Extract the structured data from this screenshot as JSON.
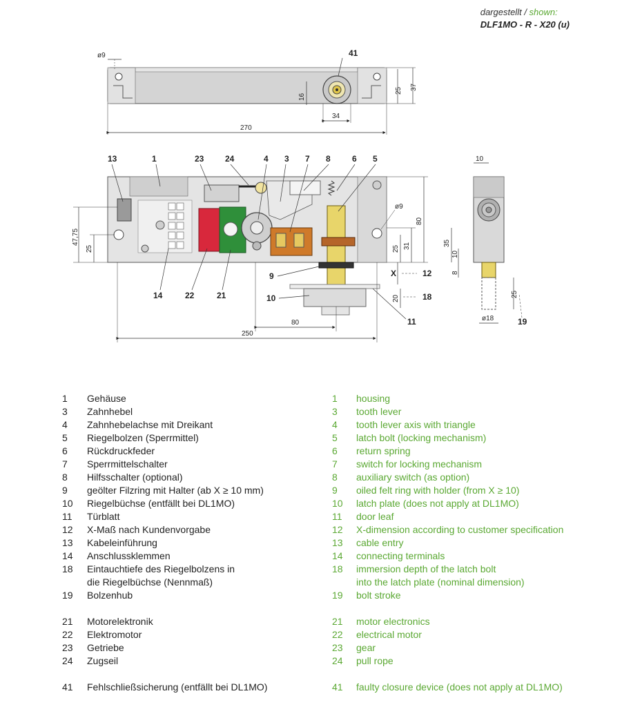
{
  "header": {
    "shown_de": "dargestellt",
    "slash": " / ",
    "shown_en": "shown:",
    "model": "DLF1MO - R - X20 (u)"
  },
  "top_view": {
    "callout": "41",
    "dims": {
      "d9": "ø9",
      "d16": "16",
      "d34": "34",
      "d25": "25",
      "d37": "37",
      "d270": "270"
    }
  },
  "front_view": {
    "callouts": [
      "13",
      "1",
      "23",
      "24",
      "4",
      "3",
      "7",
      "8",
      "6",
      "5",
      "9",
      "10",
      "12",
      "18",
      "11",
      "14",
      "22",
      "21"
    ],
    "dims": {
      "d4775": "47,75",
      "d25a": "25",
      "d80": "80",
      "d25b": "25",
      "d31": "31",
      "d9": "ø9",
      "x": "X",
      "d20": "20",
      "d80h": "80",
      "d250": "250"
    }
  },
  "side_view": {
    "callout": "19",
    "dims": {
      "d10": "10",
      "d35": "35",
      "d10b": "10",
      "d8": "8",
      "d25": "25",
      "d18": "ø18"
    }
  },
  "legend": {
    "rows": [
      {
        "n": "1",
        "de": "Gehäuse",
        "en": "housing"
      },
      {
        "n": "3",
        "de": "Zahnhebel",
        "en": "tooth lever"
      },
      {
        "n": "4",
        "de": "Zahnhebelachse mit Dreikant",
        "en": "tooth lever axis with triangle"
      },
      {
        "n": "5",
        "de": "Riegelbolzen (Sperrmittel)",
        "en": "latch bolt (locking mechanism)"
      },
      {
        "n": "6",
        "de": "Rückdruckfeder",
        "en": "return spring"
      },
      {
        "n": "7",
        "de": "Sperrmittelschalter",
        "en": "switch for locking mechanism"
      },
      {
        "n": "8",
        "de": "Hilfsschalter (optional)",
        "en": "auxiliary switch (as option)"
      },
      {
        "n": "9",
        "de": "geölter Filzring mit Halter (ab X ≥ 10 mm)",
        "en": "oiled felt ring with holder (from X ≥ 10)"
      },
      {
        "n": "10",
        "de": "Riegelbüchse (entfällt bei DL1MO)",
        "en": "latch plate (does not apply at DL1MO)"
      },
      {
        "n": "11",
        "de": "Türblatt",
        "en": "door leaf"
      },
      {
        "n": "12",
        "de": "X-Maß nach Kundenvorgabe",
        "en": "X-dimension according to customer specification"
      },
      {
        "n": "13",
        "de": "Kabeleinführung",
        "en": "cable entry"
      },
      {
        "n": "14",
        "de": "Anschlussklemmen",
        "en": "connecting terminals"
      },
      {
        "n": "18",
        "de": "Eintauchtiefe des Riegelbolzens in",
        "en": "immersion depth of the latch bolt"
      },
      {
        "n": "",
        "de": "die Riegelbüchse (Nennmaß)",
        "en": "into the latch plate (nominal dimension)"
      },
      {
        "n": "19",
        "de": "Bolzenhub",
        "en": "bolt stroke"
      },
      {
        "n": "21",
        "de": "Motorelektronik",
        "en": "motor electronics"
      },
      {
        "n": "22",
        "de": "Elektromotor",
        "en": "electrical motor"
      },
      {
        "n": "23",
        "de": "Getriebe",
        "en": "gear"
      },
      {
        "n": "24",
        "de": "Zugseil",
        "en": "pull rope"
      },
      {
        "n": "41",
        "de": "Fehlschließsicherung (entfällt bei DL1MO)",
        "en": "faulty closure device (does not apply at DL1MO)"
      }
    ]
  }
}
